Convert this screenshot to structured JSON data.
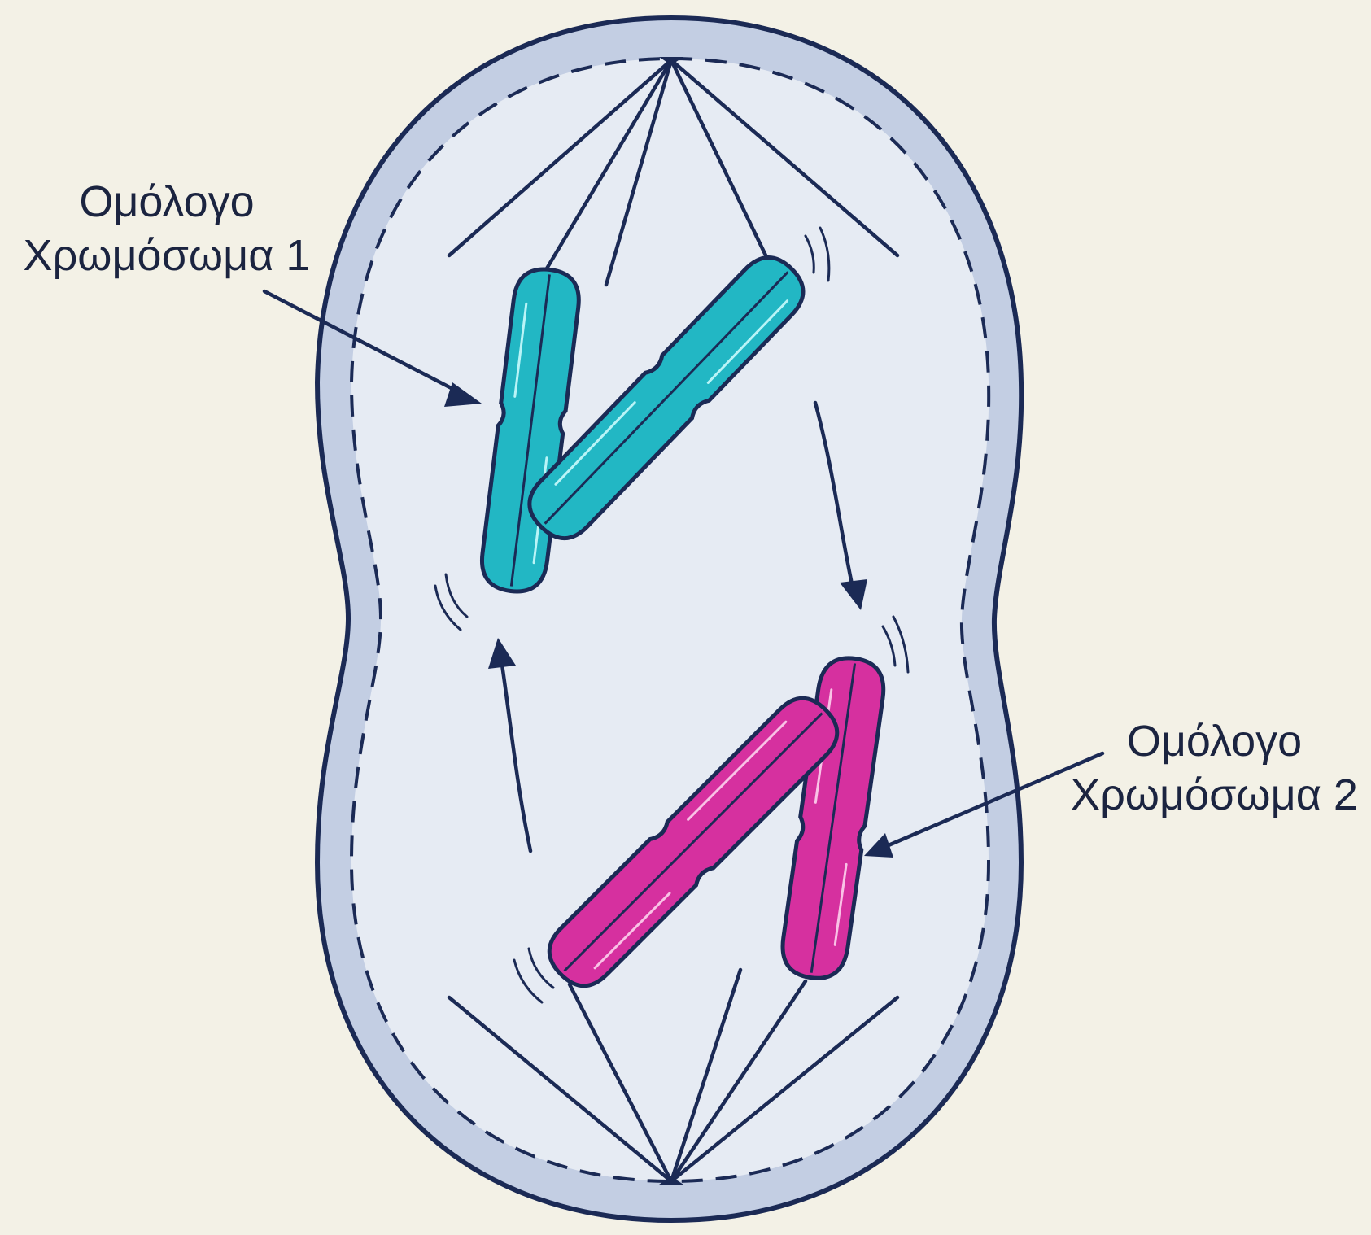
{
  "colors": {
    "background": "#f3f1e6",
    "cell_fill": "#e6ebf3",
    "cell_rim": "#c3cee3",
    "outline": "#1b2a55",
    "chromosome_1": "#22b7c4",
    "chromosome_1_dark": "#168e9c",
    "chromosome_2": "#d6309f",
    "chromosome_2_dark": "#a61b7a"
  },
  "labels": {
    "homolog_1": {
      "line1": "Ομόλογο",
      "line2": "Χρωμόσωμα 1"
    },
    "homolog_2": {
      "line1": "Ομόλογο",
      "line2": "Χρωμόσωμα 2"
    }
  }
}
